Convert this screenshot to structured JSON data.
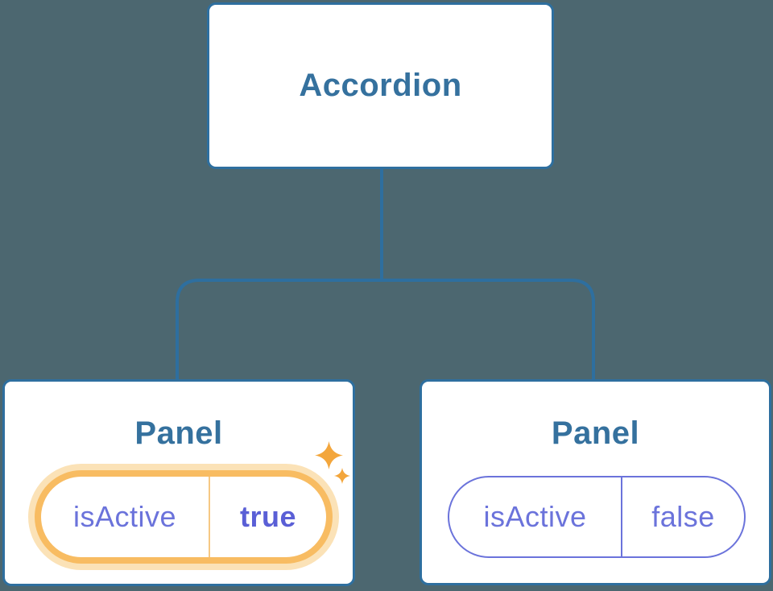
{
  "diagram": {
    "root": {
      "label": "Accordion"
    },
    "panels": [
      {
        "title": "Panel",
        "prop": "isActive",
        "value": "true",
        "active": true
      },
      {
        "title": "Panel",
        "prop": "isActive",
        "value": "false",
        "active": false
      }
    ]
  },
  "icons": {
    "sparkle_large": "sparkle-icon",
    "sparkle_small": "sparkle-icon"
  },
  "colors": {
    "background": "#4C6770",
    "node_fill": "#FFFFFF",
    "node_border": "#2E6F9F",
    "connector_line": "#2E6F9F",
    "node_text": "#35719E",
    "state_text": "#6B73DB",
    "state_value_active_text": "#5A5FD6",
    "active_ring": "#F8BC62",
    "active_glow": "#FBE2B7",
    "active_divider": "#F6C884",
    "sparkle": "#F3A63C"
  }
}
